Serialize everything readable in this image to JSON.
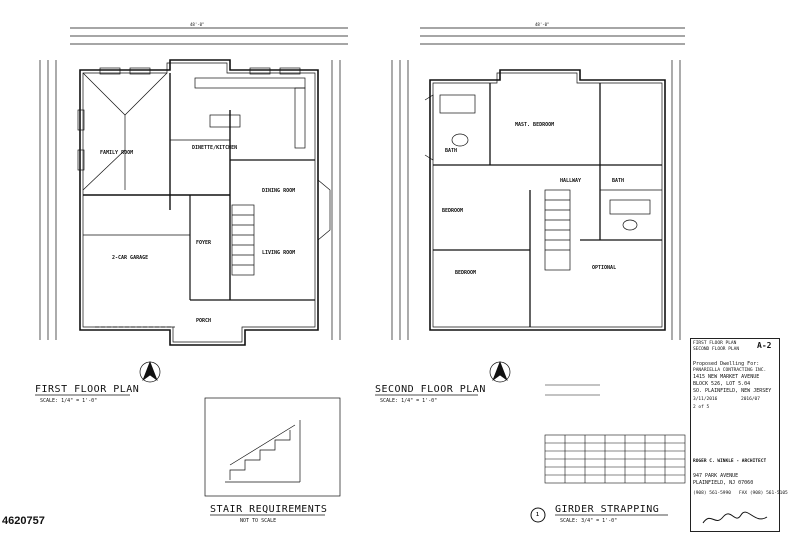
{
  "plans": {
    "first_floor": {
      "title": "FIRST FLOOR PLAN",
      "scale": "SCALE: 1/4\" = 1'-0\""
    },
    "second_floor": {
      "title": "SECOND FLOOR PLAN",
      "scale": "SCALE: 1/4\" = 1'-0\""
    },
    "stair": {
      "title": "STAIR REQUIREMENTS",
      "scale": "NOT TO SCALE"
    },
    "girder": {
      "number": "1",
      "title": "GIRDER STRAPPING",
      "scale": "SCALE: 3/4\" = 1'-0\""
    }
  },
  "rooms_first": [
    "FAMILY ROOM",
    "DINETTE/KITCHEN",
    "DINING ROOM",
    "2-CAR GARAGE",
    "FOYER",
    "LIVING ROOM",
    "PORCH"
  ],
  "rooms_second": [
    "MAST. BEDROOM",
    "BATH",
    "HALLWAY",
    "BEDROOM",
    "BEDROOM",
    "BATH",
    "OPTIONAL"
  ],
  "dims": {
    "overall_first": "48'-0\"",
    "overall_second": "48'-0\""
  },
  "title_block": {
    "sheet": "A-2",
    "contents_1": "FIRST FLOOR PLAN",
    "contents_2": "SECOND FLOOR PLAN",
    "project": "Proposed Dwelling For:",
    "client": "PANARIELLA CONTRACTING INC.",
    "address": "1415 NEW MARKET AVENUE",
    "block_lot": "BLOCK 526, LOT 5.04",
    "town": "SO. PLAINFIELD, NEW JERSEY",
    "date": "3/11/2016",
    "job": "2016/07",
    "page": "2 of 5",
    "architect": "ROGER C. WINKLE - ARCHITECT",
    "street": "947 PARK AVENUE",
    "city": "PLAINFIELD, NJ 07060",
    "phone": "(908) 561-5990",
    "fax": "FAX (908) 561-5105"
  },
  "listing_id": "4620757",
  "colors": {
    "line": "#111111",
    "paper": "#ffffff"
  }
}
